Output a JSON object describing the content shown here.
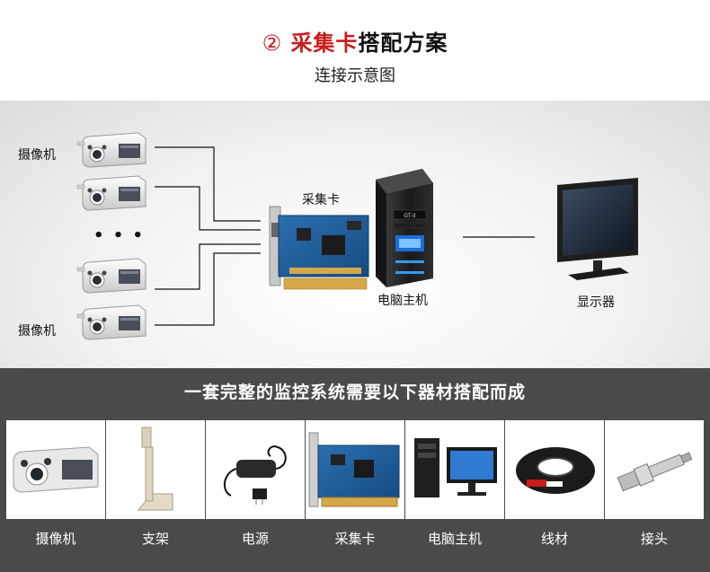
{
  "header": {
    "number": "②",
    "title_red": "采集卡",
    "title_black": "搭配方案",
    "subtitle": "连接示意图"
  },
  "diagram": {
    "camera_label_top": "摄像机",
    "camera_label_bottom": "摄像机",
    "ellipsis": "• • •",
    "capture_card_label": "采集卡",
    "pc_label": "电脑主机",
    "monitor_label": "显示器",
    "pc_badge": "GT-II"
  },
  "materials": {
    "heading": "一套完整的监控系统需要以下器材搭配而成",
    "items": [
      {
        "label": "摄像机",
        "icon": "camera-icon"
      },
      {
        "label": "支架",
        "icon": "bracket-icon"
      },
      {
        "label": "电源",
        "icon": "power-adapter-icon"
      },
      {
        "label": "采集卡",
        "icon": "capture-card-icon"
      },
      {
        "label": "电脑主机",
        "icon": "computer-icon"
      },
      {
        "label": "线材",
        "icon": "cable-icon"
      },
      {
        "label": "接头",
        "icon": "bnc-connector-icon"
      }
    ]
  }
}
